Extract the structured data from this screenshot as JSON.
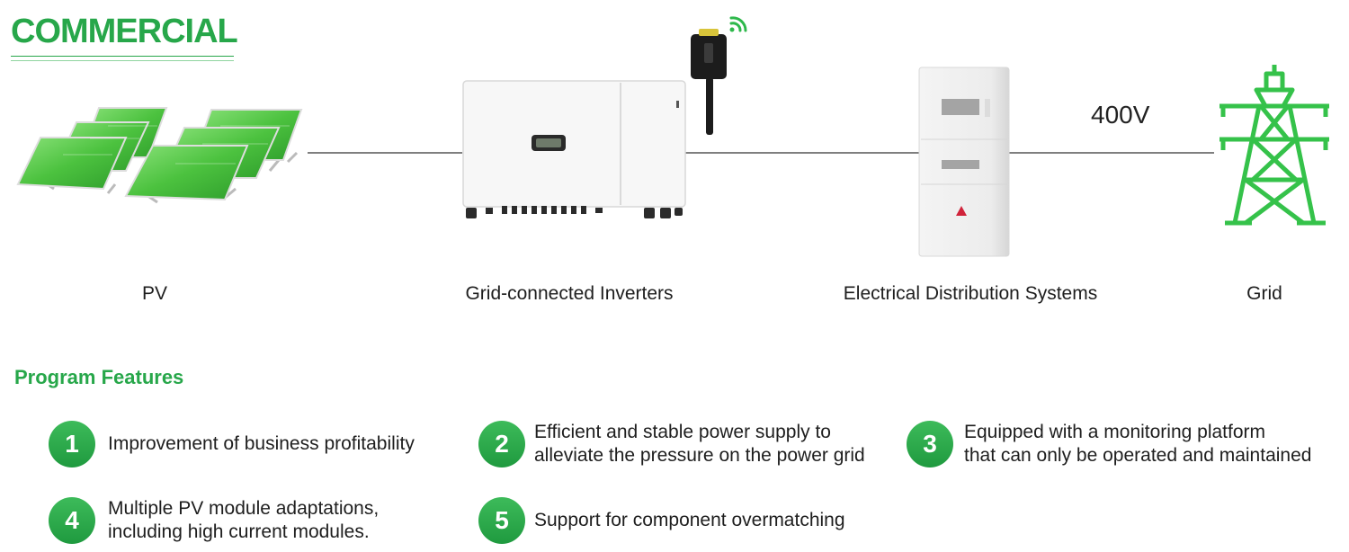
{
  "header": {
    "title": "COMMERCIAL"
  },
  "diagram": {
    "nodes": [
      {
        "id": "pv",
        "label": "PV",
        "icon": "solar-panels-icon"
      },
      {
        "id": "inverter",
        "label": "Grid-connected Inverters",
        "icon": "inverter-icon"
      },
      {
        "id": "distribution",
        "label": "Electrical Distribution Systems",
        "icon": "distribution-cabinet-icon"
      },
      {
        "id": "grid",
        "label": "Grid",
        "icon": "transmission-tower-icon"
      }
    ],
    "voltage_label": "400V",
    "accent_color": "#27a74a"
  },
  "features": {
    "title": "Program Features",
    "items": [
      {
        "number": "1",
        "text": "Improvement of business profitability"
      },
      {
        "number": "2",
        "text": "Efficient and stable power supply to\nalleviate the pressure on the power grid"
      },
      {
        "number": "3",
        "text": "Equipped with a monitoring platform\nthat can only be operated and maintained"
      },
      {
        "number": "4",
        "text": "Multiple PV module adaptations,\nincluding high current modules."
      },
      {
        "number": "5",
        "text": "Support for component overmatching"
      }
    ]
  }
}
